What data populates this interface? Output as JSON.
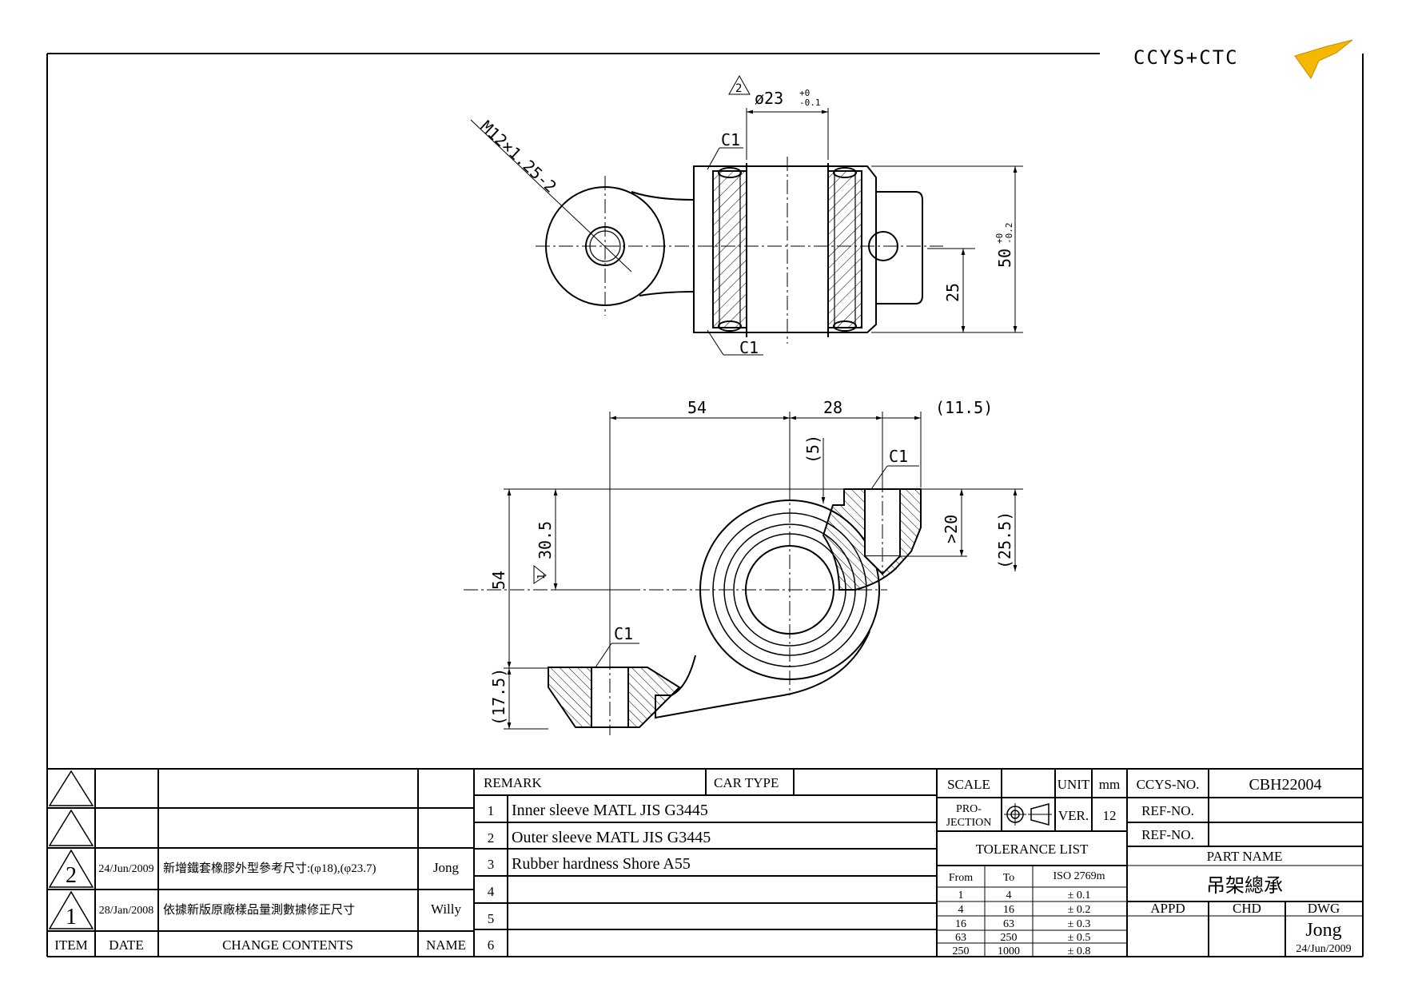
{
  "logo": {
    "text": "CCYS+CTC"
  },
  "dimensions": {
    "thread": "M12×1.25-2",
    "bore_dia": "ø23",
    "bore_tol_upper": "+0",
    "bore_tol_lower": "-0.1",
    "rev_mark_top": "2",
    "chamfer_top": "C1",
    "chamfer_bottom": "C1",
    "height_main": "50",
    "height_tol_upper": "+0",
    "height_tol_lower": "-0.2",
    "height_half": "25",
    "dim_54_h": "54",
    "dim_28": "28",
    "dim_115": "(11.5)",
    "dim_5": "(5)",
    "chamfer_pin": "C1",
    "dim_305": "30.5",
    "rev_mark_side": "1",
    "dim_54_v": "54",
    "dim_20": ">20",
    "dim_255": "(25.5)",
    "chamfer_low": "C1",
    "dim_175": "(17.5)"
  },
  "revision_block": {
    "headers": {
      "item": "ITEM",
      "date": "DATE",
      "change": "CHANGE CONTENTS",
      "name": "NAME"
    },
    "rows": [
      {
        "item": "2",
        "date": "24/Jun/2009",
        "change": "新增鐵套橡膠外型參考尺寸:(φ18),(φ23.7)",
        "name": "Jong"
      },
      {
        "item": "1",
        "date": "28/Jan/2008",
        "change": "依據新版原廠樣品量測數據修正尺寸",
        "name": "Willy"
      }
    ]
  },
  "remarks": {
    "header": "REMARK",
    "car_type_label": "CAR TYPE",
    "rows": [
      {
        "no": "1",
        "text": "Inner sleeve MATL JIS G3445"
      },
      {
        "no": "2",
        "text": "Outer sleeve MATL JIS G3445"
      },
      {
        "no": "3",
        "text": "Rubber hardness Shore A55"
      },
      {
        "no": "4",
        "text": ""
      },
      {
        "no": "5",
        "text": ""
      },
      {
        "no": "6",
        "text": ""
      }
    ]
  },
  "title_block": {
    "scale_label": "SCALE",
    "unit_label": "UNIT",
    "unit_value": "mm",
    "projection_line1": "PRO-",
    "projection_line2": "JECTION",
    "ver_label": "VER.",
    "ver_value": "12",
    "tolerance_title": "TOLERANCE LIST",
    "tol_headers": {
      "from": "From",
      "to": "To",
      "iso": "ISO 2769m"
    },
    "tolerances": [
      {
        "from": "1",
        "to": "4",
        "tol": "± 0.1"
      },
      {
        "from": "4",
        "to": "16",
        "tol": "± 0.2"
      },
      {
        "from": "16",
        "to": "63",
        "tol": "± 0.3"
      },
      {
        "from": "63",
        "to": "250",
        "tol": "± 0.5"
      },
      {
        "from": "250",
        "to": "1000",
        "tol": "± 0.8"
      }
    ],
    "ccys_no_label": "CCYS-NO.",
    "ccys_no_value": "CBH22004",
    "ref_no_label_1": "REF-NO.",
    "ref_no_label_2": "REF-NO.",
    "part_name_label": "PART NAME",
    "part_name_value": "吊架總承",
    "appd_label": "APPD",
    "chd_label": "CHD",
    "dwg_label": "DWG",
    "dwg_name": "Jong",
    "dwg_date": "24/Jun/2009"
  }
}
